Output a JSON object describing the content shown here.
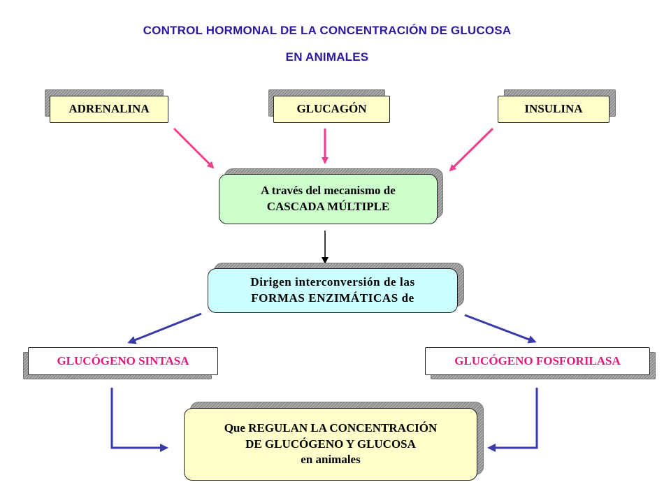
{
  "title": {
    "line1": "CONTROL  HORMONAL  DE LA CONCENTRACIÓN  DE GLUCOSA",
    "line2": "EN  ANIMALES"
  },
  "hormones": {
    "adrenalina": "ADRENALINA",
    "glucagon": "GLUCAGÓN",
    "insulina": "INSULINA"
  },
  "cascade": {
    "line1": "A través del  mecanismo de",
    "line2": "CASCADA  MÚLTIPLE"
  },
  "interconversion": {
    "line1": "Dirigen  interconversión  de las",
    "line2": "FORMAS  ENZIMÁTICAS  de"
  },
  "enzymes": {
    "sintasa": "GLUCÓGENO  SINTASA",
    "fosforilasa": "GLUCÓGENO  FOSFORILASA"
  },
  "result": {
    "line1": "Que REGULAN  LA CONCENTRACIÓN",
    "line2": "DE GLUCÓGENO  Y GLUCOSA",
    "line3": "en animales"
  },
  "colors": {
    "title": "#2b1a9e",
    "hormone_arrows": "#ee3f8e",
    "black_arrow": "#000000",
    "blue_arrows": "#3a3aa8",
    "enzyme_text": "#e0197a",
    "hormone_fill": "#ffffcc",
    "cascade_fill": "#ccffcc",
    "interconversion_fill": "#ccffff",
    "result_fill": "#ffffcc"
  }
}
